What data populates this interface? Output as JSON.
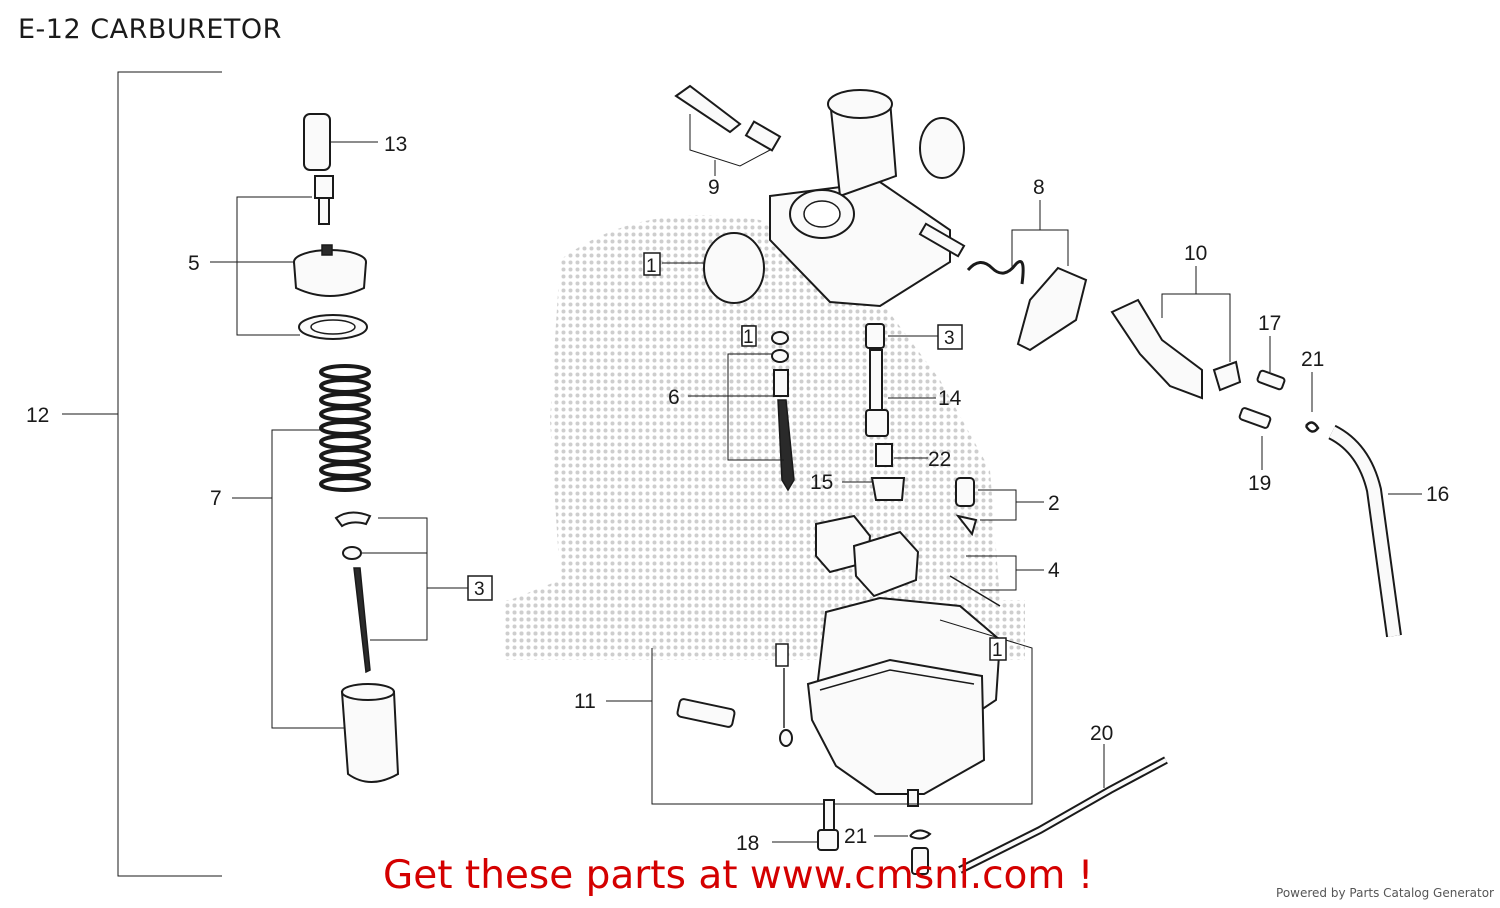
{
  "title": "E-12 CARBURETOR",
  "cta_text": "Get these parts at www.cmsnl.com !",
  "footer": "Powered by Parts Catalog Generator",
  "callouts": {
    "c1a": "1",
    "c1b": "1",
    "c1c": "1",
    "c2": "2",
    "c3a": "3",
    "c3b": "3",
    "c4": "4",
    "c5": "5",
    "c6": "6",
    "c7": "7",
    "c8": "8",
    "c9": "9",
    "c10": "10",
    "c11": "11",
    "c12": "12",
    "c13": "13",
    "c14": "14",
    "c15": "15",
    "c16": "16",
    "c17": "17",
    "c18": "18",
    "c19": "19",
    "c20": "20",
    "c21a": "21",
    "c21b": "21",
    "c22": "22"
  },
  "colors": {
    "cta": "#d40000",
    "ink": "#1a1a1a"
  }
}
